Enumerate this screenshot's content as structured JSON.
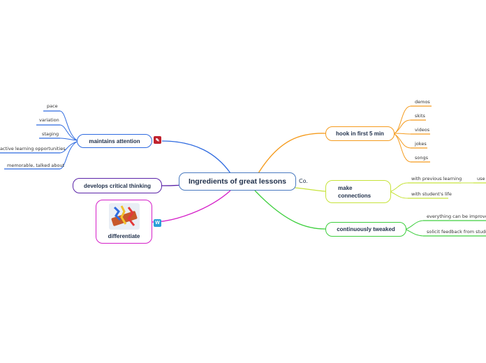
{
  "central": {
    "label": "Ingredients of great lessons",
    "note_icon": "Co."
  },
  "branches": {
    "maintains_attention": {
      "label": "maintains attention",
      "color": "#2f6be0",
      "children": [
        "pace",
        "variation",
        "staging",
        "active learning opportunities",
        "memorable, talked about"
      ]
    },
    "critical_thinking": {
      "label": "develops critical thinking",
      "color": "#5a23a8"
    },
    "differentiate": {
      "label": "differentiate",
      "color": "#d51fc8",
      "badge": "W",
      "image": "puzzle-icon"
    },
    "hook": {
      "label": "hook in first 5 min",
      "color": "#f59b1d",
      "children": [
        "demos",
        "skits",
        "videos",
        "jokes",
        "songs"
      ]
    },
    "connections": {
      "label": "make\nconnections",
      "color": "#c6e33a",
      "children": [
        "with previous learning",
        "with student's life"
      ],
      "grandchild": "use"
    },
    "tweaked": {
      "label": "continuously tweaked",
      "color": "#3ecf3e",
      "children": [
        "everything can be improved",
        "solicit feedback from students"
      ]
    }
  }
}
